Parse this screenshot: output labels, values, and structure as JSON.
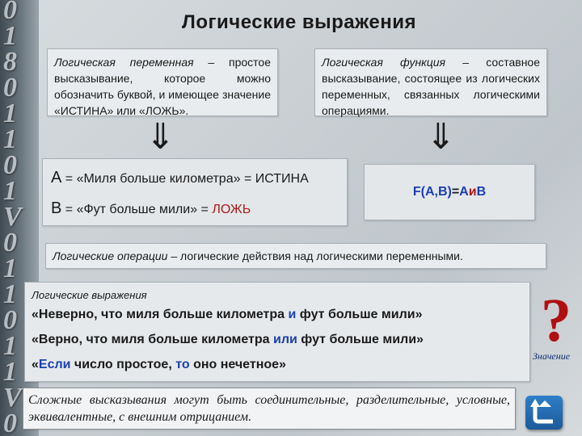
{
  "background_digits": [
    "0",
    "1",
    "8",
    "0",
    "1",
    "1",
    "0",
    "1",
    "V",
    "0",
    "1",
    "1",
    "0",
    "1",
    "1",
    "V",
    "0"
  ],
  "title": "Логические выражения",
  "variable_box": {
    "term": "Логическая переменная",
    "text": " – простое высказывание, которое можно обозначить буквой, и имеющее значение «ИСТИНА» или «ЛОЖЬ»."
  },
  "function_box": {
    "term": "Логическая функция",
    "text": " – составное высказывание, состоящее из логических переменных, связанных логическими операциями."
  },
  "arrow_glyph": "⇓",
  "examples": {
    "a_var": "A",
    "a_text": " = «Миля больше километра» = ИСТИНА",
    "b_var": "B",
    "b_text_pre": " = «Фут больше мили» = ",
    "b_value": "ЛОЖЬ"
  },
  "function_example": {
    "fab": "F(A,B)",
    "eq": " = ",
    "a": "A",
    "and": " и ",
    "b": "B"
  },
  "operations": {
    "term": "Логические операции",
    "text": " – логические действия над логическими переменными."
  },
  "expressions": {
    "label": "Логические выражения",
    "e1_pre": "«Неверно, что миля больше километра ",
    "e1_op": "и",
    "e1_post": " фут больше мили»",
    "e2_pre": "«Верно, что миля больше километра ",
    "e2_op": "или",
    "e2_post": " фут больше мили»",
    "e3_open": "«",
    "e3_if": "Если",
    "e3_mid": " число простое, ",
    "e3_then": "то",
    "e3_post": " оно нечетное»"
  },
  "complex_note": "Сложные высказывания могут быть соединительные, разделительные, условные, эквивалентные, с внешним отрицанием.",
  "question_mark": "?",
  "question_label": "Значение",
  "colors": {
    "blue": "#1a3fb0",
    "red": "#b01818",
    "question": "#b00f12",
    "back_button": "#2f7fc8"
  },
  "icons": {
    "back_button": "return-arrow-icon"
  }
}
